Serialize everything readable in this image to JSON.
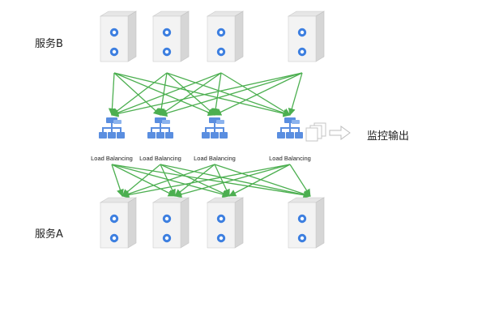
{
  "service_b": {
    "label": "服务B",
    "server_count": 4
  },
  "service_a": {
    "label": "服务A",
    "server_count": 4
  },
  "load_balancers": [
    {
      "label": "Load Balancing"
    },
    {
      "label": "Load Balancing"
    },
    {
      "label": "Load Balancing"
    },
    {
      "label": "Load Balancing"
    }
  ],
  "monitor": {
    "label": "监控输出"
  },
  "colors": {
    "arrow": "#4caf50",
    "server_front": "#f3f3f3",
    "server_side": "#d6d6d6",
    "server_top": "#e6e6e6",
    "lb_icon": "#5a8ee0",
    "disk": "#3d7fe0"
  },
  "icons": {
    "server": "server-icon",
    "load_balancer": "load-balancer-icon",
    "copies": "document-stack-icon",
    "output_arrow": "hollow-arrow-right-icon"
  }
}
